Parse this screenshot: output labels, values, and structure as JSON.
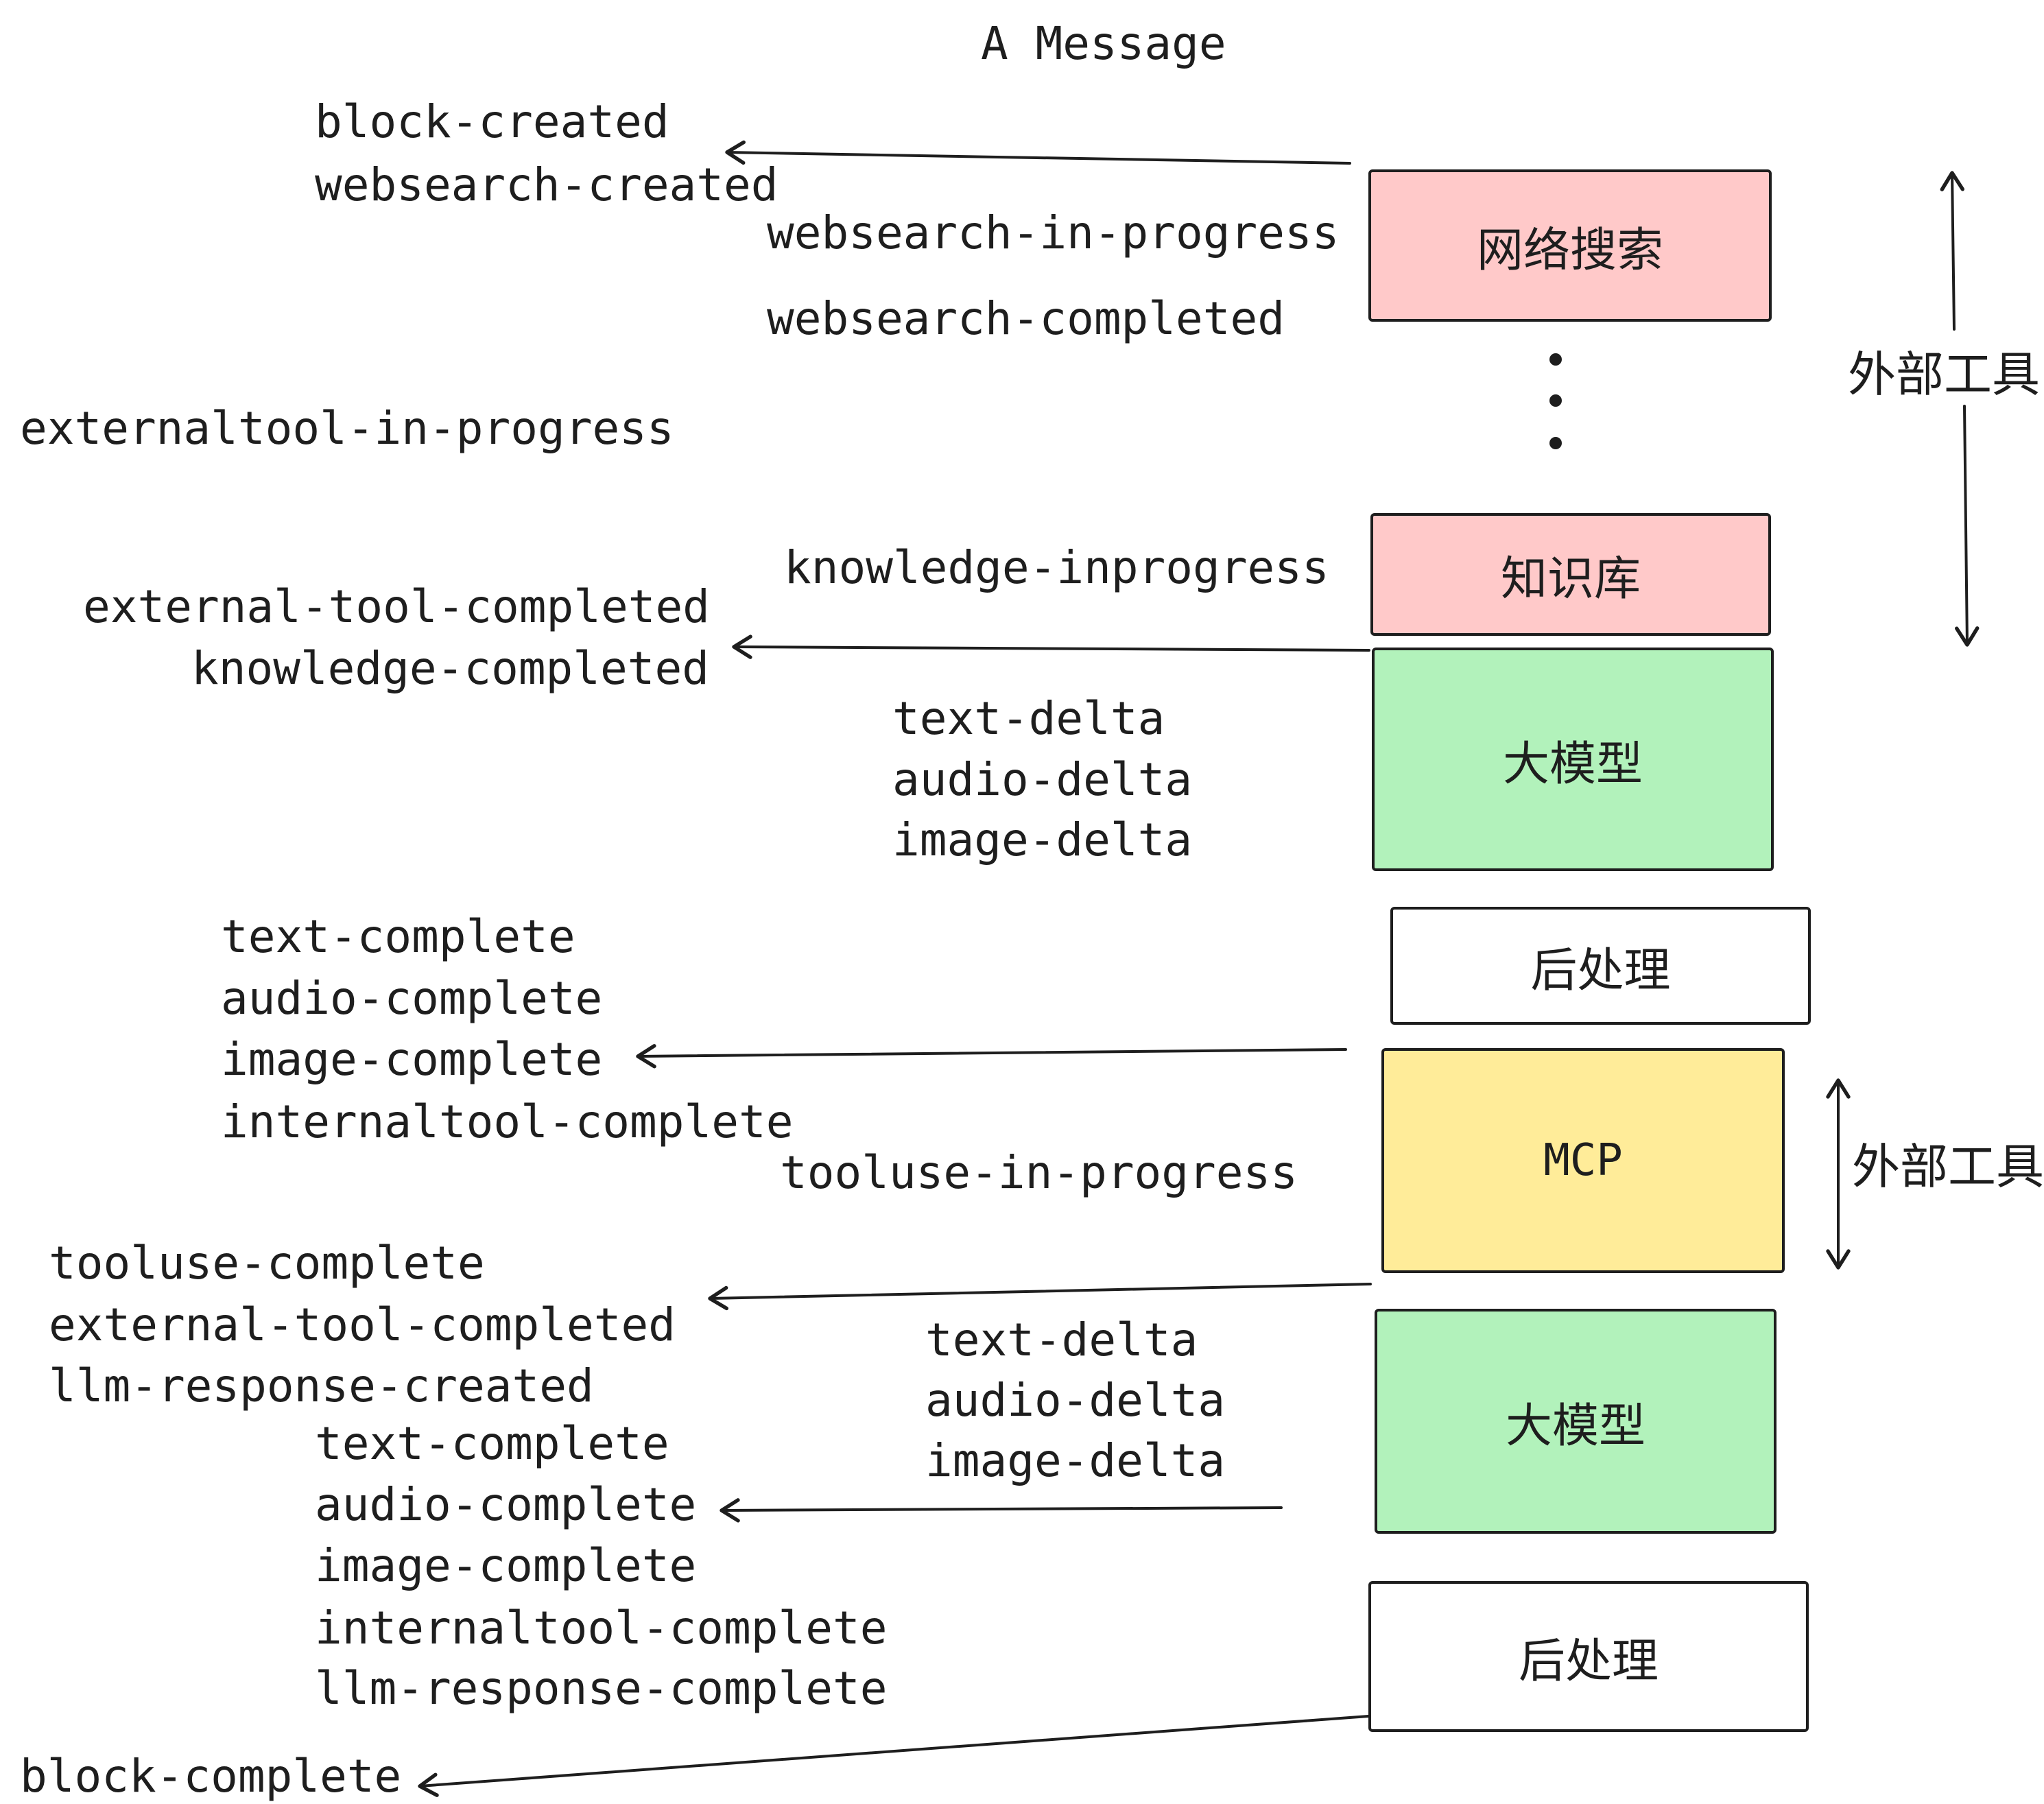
{
  "title": "A Message",
  "colors": {
    "stroke": "#1e1e1e",
    "box_pink": "#ffc9c9",
    "box_green": "#b2f2bb",
    "box_yellow": "#ffec99",
    "box_white": "#ffffff"
  },
  "boxes": {
    "websearch": {
      "label": "网络搜索",
      "fill": "#ffc9c9"
    },
    "knowledge": {
      "label": "知识库",
      "fill": "#ffc9c9"
    },
    "llm_1": {
      "label": "大模型",
      "fill": "#b2f2bb"
    },
    "post_1": {
      "label": "后处理",
      "fill": "#ffffff"
    },
    "mcp": {
      "label": "MCP",
      "fill": "#ffec99"
    },
    "llm_2": {
      "label": "大模型",
      "fill": "#b2f2bb"
    },
    "post_2": {
      "label": "后处理",
      "fill": "#ffffff"
    }
  },
  "side_labels": {
    "external_tools_1": "外部工具",
    "external_tools_2": "外部工具"
  },
  "events": {
    "block_created": "block-created",
    "websearch_created": "websearch-created",
    "websearch_in_progress": "websearch-in-progress",
    "websearch_completed": "websearch-completed",
    "externaltool_in_progress": "externaltool-in-progress",
    "knowledge_inprogress": "knowledge-inprogress",
    "external_tool_completed_1": "external-tool-completed",
    "knowledge_completed": "knowledge-completed",
    "text_delta_1": "text-delta",
    "audio_delta_1": "audio-delta",
    "image_delta_1": "image-delta",
    "text_complete_1": "text-complete",
    "audio_complete_1": "audio-complete",
    "image_complete_1": "image-complete",
    "internaltool_complete_1": "internaltool-complete",
    "tooluse_in_progress": "tooluse-in-progress",
    "tooluse_complete": "tooluse-complete",
    "external_tool_completed_2": "external-tool-completed",
    "llm_response_created": "llm-response-created",
    "text_complete_2": "text-complete",
    "text_delta_2": "text-delta",
    "audio_delta_2": "audio-delta",
    "image_delta_2": "image-delta",
    "audio_complete_2": "audio-complete",
    "image_complete_2": "image-complete",
    "internaltool_complete_2": "internaltool-complete",
    "llm_response_complete": "llm-response-complete",
    "block_complete": "block-complete"
  }
}
